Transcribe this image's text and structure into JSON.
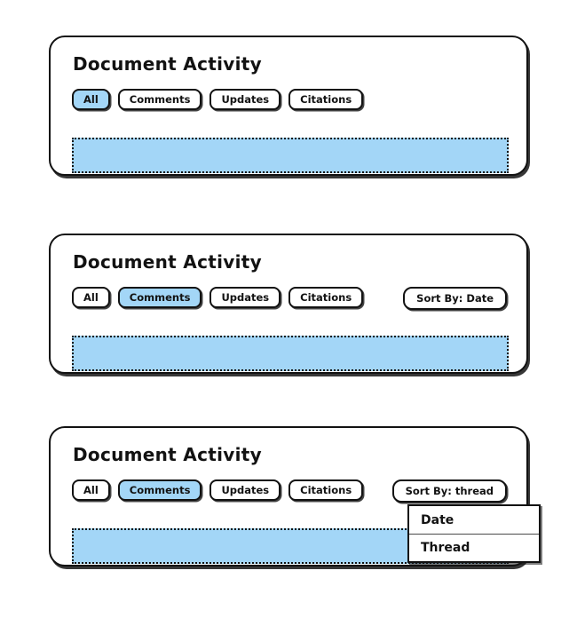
{
  "theme": {
    "accent_blue": "#a3d6f7",
    "ink": "#121212",
    "surface": "#ffffff"
  },
  "panels": [
    {
      "title": "Document Activity",
      "filters": [
        {
          "label": "All",
          "selected": true
        },
        {
          "label": "Comments",
          "selected": false
        },
        {
          "label": "Updates",
          "selected": false
        },
        {
          "label": "Citations",
          "selected": false
        }
      ],
      "sort_button": {
        "visible": false,
        "label": ""
      },
      "dropdown_open": false
    },
    {
      "title": "Document Activity",
      "filters": [
        {
          "label": "All",
          "selected": false
        },
        {
          "label": "Comments",
          "selected": true
        },
        {
          "label": "Updates",
          "selected": false
        },
        {
          "label": "Citations",
          "selected": false
        }
      ],
      "sort_button": {
        "visible": true,
        "label": "Sort By: Date"
      },
      "dropdown_open": false
    },
    {
      "title": "Document Activity",
      "filters": [
        {
          "label": "All",
          "selected": false
        },
        {
          "label": "Comments",
          "selected": true
        },
        {
          "label": "Updates",
          "selected": false
        },
        {
          "label": "Citations",
          "selected": false
        }
      ],
      "sort_button": {
        "visible": true,
        "label": "Sort By: thread"
      },
      "dropdown_open": true
    }
  ],
  "dropdown": {
    "options": [
      {
        "label": "Date"
      },
      {
        "label": "Thread"
      }
    ]
  }
}
